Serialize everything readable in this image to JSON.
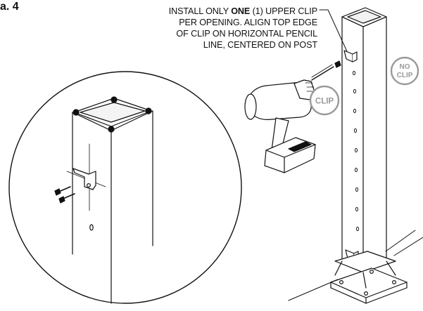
{
  "figure_label": "a. 4",
  "callout": {
    "line1_before": "INSTALL ONLY ",
    "line1_bold": "ONE",
    "line1_after": " (1) UPPER CLIP",
    "line2": "PER OPENING. ALIGN TOP EDGE",
    "line3": "OF CLIP ON HORIZONTAL PENCIL",
    "line4": "LINE, CENTERED ON POST"
  },
  "badges": {
    "clip": "CLIP",
    "no_clip_line1": "NO",
    "no_clip_line2": "CLIP"
  },
  "colors": {
    "ink": "#111111",
    "badge_gray": "#9a9a9a",
    "shade": "#e6e6e6"
  }
}
